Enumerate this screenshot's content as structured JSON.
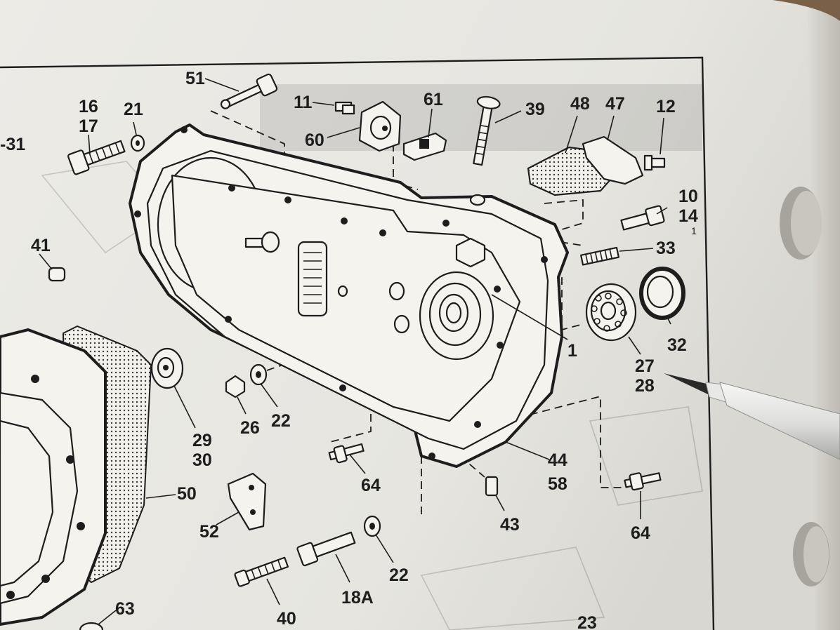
{
  "diagram": {
    "callouts": [
      {
        "id": "c51",
        "text": "51"
      },
      {
        "id": "c16",
        "text": "16"
      },
      {
        "id": "c17",
        "text": "17"
      },
      {
        "id": "c21",
        "text": "21"
      },
      {
        "id": "c31",
        "text": "-31"
      },
      {
        "id": "c11",
        "text": "11"
      },
      {
        "id": "c60",
        "text": "60"
      },
      {
        "id": "c61",
        "text": "61"
      },
      {
        "id": "c39",
        "text": "39"
      },
      {
        "id": "c48",
        "text": "48"
      },
      {
        "id": "c47",
        "text": "47"
      },
      {
        "id": "c12",
        "text": "12"
      },
      {
        "id": "c10",
        "text": "10"
      },
      {
        "id": "c14",
        "text": "14"
      },
      {
        "id": "c1small",
        "text": "1"
      },
      {
        "id": "c41",
        "text": "41"
      },
      {
        "id": "c33",
        "text": "33"
      },
      {
        "id": "c1",
        "text": "1"
      },
      {
        "id": "c32",
        "text": "32"
      },
      {
        "id": "c27",
        "text": "27"
      },
      {
        "id": "c28",
        "text": "28"
      },
      {
        "id": "c29",
        "text": "29"
      },
      {
        "id": "c30",
        "text": "30"
      },
      {
        "id": "c26",
        "text": "26"
      },
      {
        "id": "c22a",
        "text": "22"
      },
      {
        "id": "c64a",
        "text": "64"
      },
      {
        "id": "c44",
        "text": "44"
      },
      {
        "id": "c58",
        "text": "58"
      },
      {
        "id": "c50",
        "text": "50"
      },
      {
        "id": "c52",
        "text": "52"
      },
      {
        "id": "c43",
        "text": "43"
      },
      {
        "id": "c64b",
        "text": "64"
      },
      {
        "id": "c22b",
        "text": "22"
      },
      {
        "id": "c18a",
        "text": "18A"
      },
      {
        "id": "c40",
        "text": "40"
      },
      {
        "id": "c63",
        "text": "63"
      },
      {
        "id": "c23",
        "text": "23"
      }
    ]
  }
}
